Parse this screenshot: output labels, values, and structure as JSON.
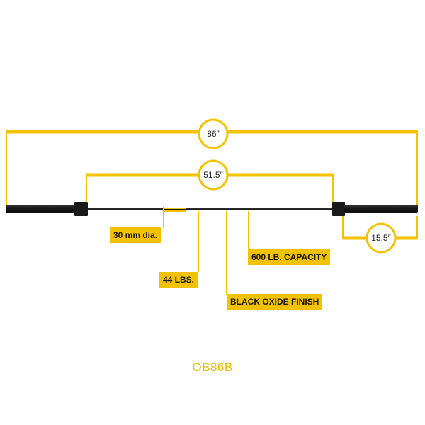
{
  "colors": {
    "accent": "#f2c200",
    "bar": "#1c1c1c",
    "model_text": "#e8b800"
  },
  "dimensions": {
    "overall_length": "86″",
    "shaft_length": "51.5″",
    "sleeve_length": "15.5″"
  },
  "specs": {
    "diameter": "30 mm dia.",
    "weight": "44 LBS.",
    "capacity": "600 LB. CAPACITY",
    "finish": "BLACK OXIDE FINISH"
  },
  "model": "OB86B"
}
